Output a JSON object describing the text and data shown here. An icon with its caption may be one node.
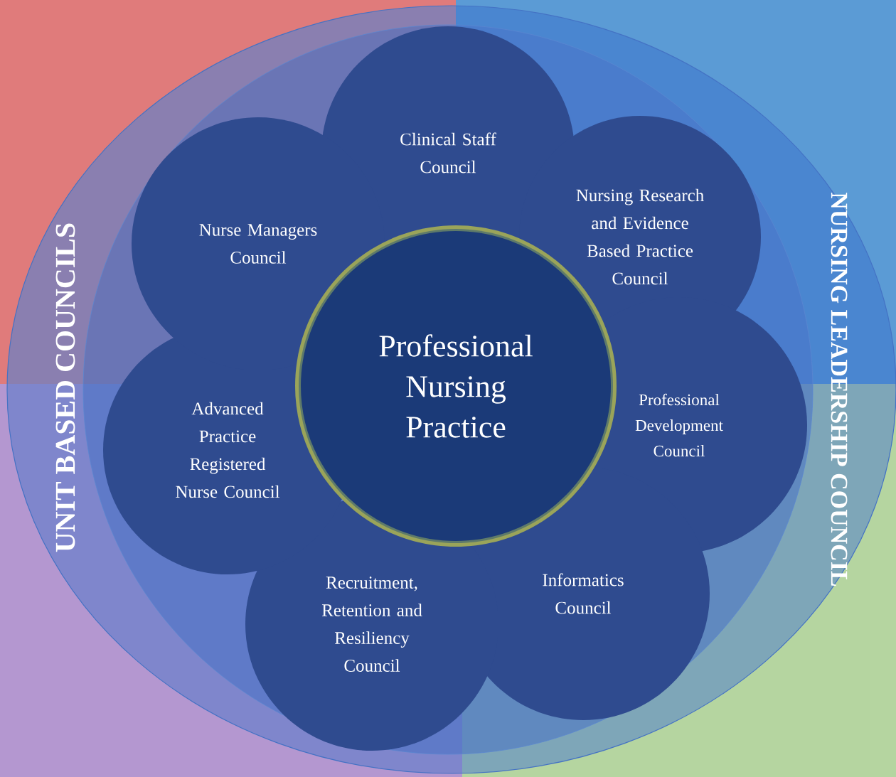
{
  "diagram": {
    "nodes": [
      {
        "text": [
          "UNIT BASED COUNCILS",
          "NURSING LEADERSHIP COUNCIL"
        ]
      },
      {
        "text": [
          "Professional Nursing Practice"
        ],
        "in": 0
      },
      {
        "text": [
          "Clinical Staff Council"
        ],
        "in": 0
      },
      {
        "text": [
          "Nursing Research and Evidence Based Practice Council"
        ],
        "in": 0
      },
      {
        "text": [
          "Professional Development Council"
        ],
        "in": 0
      },
      {
        "text": [
          "Informatics Council"
        ],
        "in": 0
      },
      {
        "text": [
          "Recruitment, Retention and Resiliency Council"
        ],
        "in": 0
      },
      {
        "text": [
          "Advanced Practice Registered Nurse Council"
        ],
        "in": 0
      },
      {
        "text": [
          "Nurse Managers Council"
        ],
        "in": 0
      }
    ],
    "edges": []
  }
}
